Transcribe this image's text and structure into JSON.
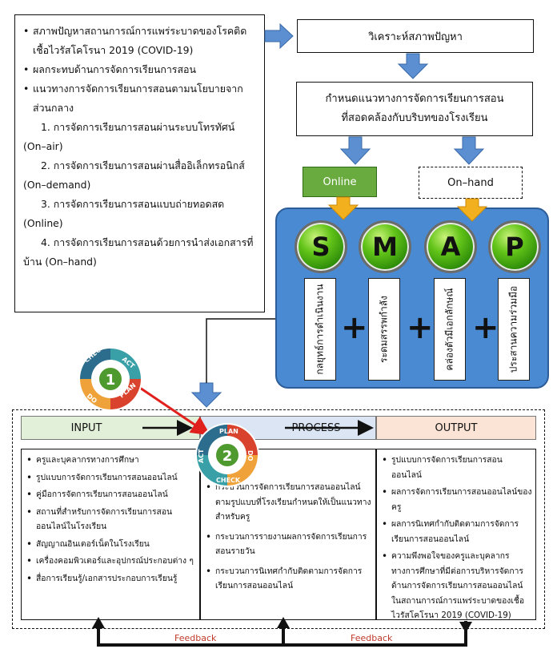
{
  "context": {
    "bullets": [
      "สภาพปัญหาสถานการณ์การแพร่ระบาดของโรคติดเชื้อไวรัสโคโรนา 2019 (COVID-19)",
      "ผลกระทบด้านการจัดการเรียนการสอน",
      "แนวทางการจัดการเรียนการสอนตามนโยบายจากส่วนกลาง"
    ],
    "sub_items": [
      "1. การจัดการเรียนการสอนผ่านระบบโทรทัศน์ (On–air)",
      "2. การจัดการเรียนการสอนผ่านสื่ออิเล็กทรอนิกส์ (On–demand)",
      "3. การจัดการเรียนการสอนแบบถ่ายทอดสด (Online)",
      "4. การจัดการเรียนการสอนด้วยการนำส่งเอกสารที่บ้าน (On–hand)"
    ]
  },
  "flow": {
    "analyze": "วิเคราะห์สภาพปัญหา",
    "define_line1": "กำหนดแนวทางการจัดการเรียนการสอน",
    "define_line2": "ที่สอดคล้องกับบริบทของโรงเรียน",
    "online": "Online",
    "onhand": "On–hand"
  },
  "smap": {
    "letters": [
      "S",
      "M",
      "A",
      "P"
    ],
    "labels": [
      "กลยุทธ์การดำเนินงาน",
      "ระดมสรรพกำลัง",
      "คล่องตัวมีเอกลักษณ์",
      "ประสานความร่วมมือ"
    ],
    "plus": "+"
  },
  "cycles": {
    "one": {
      "number": "1",
      "words": [
        "CHECK",
        "ACT",
        "PLAN",
        "DO"
      ]
    },
    "two": {
      "number": "2",
      "words": [
        "PLAN",
        "DO",
        "CHECK",
        "ACT"
      ]
    }
  },
  "ipo": {
    "input_label": "INPUT",
    "process_label": "PROCESS",
    "output_label": "OUTPUT",
    "input_items": [
      "ครูและบุคลากรทางการศึกษา",
      "รูปแบบการจัดการเรียนการสอนออนไลน์",
      "คู่มือการจัดการเรียนการสอนออนไลน์",
      "สถานที่สำหรับการจัดการเรียนการสอนออนไลน์ในโรงเรียน",
      "สัญญาณอินเตอร์เน็ตในโรงเรียน",
      "เครื่องคอมพิวเตอร์และอุปกรณ์ประกอบต่าง ๆ",
      "สื่อการเรียนรู้/เอกสารประกอบการเรียนรู้"
    ],
    "process_items": [
      "กระบวนการจัดการเรียนการสอนออนไลน์ตามรูปแบบที่โรงเรียนกำหนดให้เป็นแนวทางสำหรับครู",
      "กระบวนการรายงานผลการจัดการเรียนการสอนรายวัน",
      "กระบวนการนิเทศกำกับติดตามการจัดการเรียนการสอนออนไลน์"
    ],
    "output_items": [
      "รูปแบบการจัดการเรียนการสอนออนไลน์",
      "ผลการจัดการเรียนการสอนออนไลน์ของครู",
      "ผลการนิเทศกำกับติดตามการจัดการเรียนการสอนออนไลน์",
      "ความพึงพอใจของครูและบุคลากรทางการศึกษาที่มีต่อการบริหารจัดการด้านการจัดการเรียนการสอนออนไลน์ในสถานการณ์การแพร่ระบาดของเชื้อไวรัสโคโรนา 2019 (COVID-19)"
    ],
    "feedback_left": "Feedback",
    "feedback_right": "Feedback"
  },
  "colors": {
    "blue_arrow": "#5b8fd1",
    "orange_arrow": "#f2b01e",
    "online_green": "#6aab3f",
    "smap_panel": "#4a8ad2",
    "red_connector": "#e0201c",
    "feedback_text": "#c0392b"
  }
}
